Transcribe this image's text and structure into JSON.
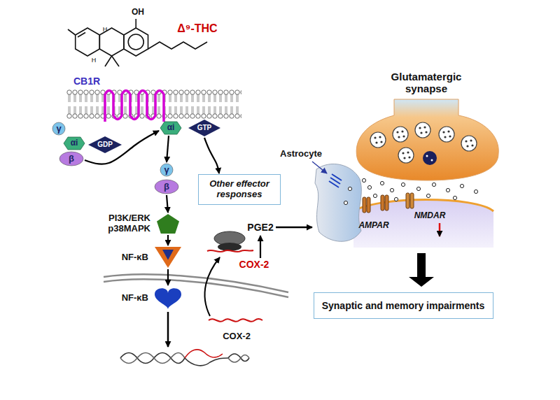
{
  "diagram": {
    "nodes": [
      {
        "text": [
          "γ"
        ]
      },
      {
        "text": [
          "αi"
        ]
      },
      {
        "text": [
          "β"
        ]
      },
      {
        "text": [
          "GDP"
        ]
      },
      {
        "text": [
          "αi"
        ]
      },
      {
        "text": [
          "GTP"
        ]
      },
      {
        "text": [
          "γ"
        ]
      },
      {
        "text": [
          "β"
        ]
      },
      {
        "text": [
          "Other effector responses"
        ]
      },
      {
        "text": [
          "PI3K/ERK p38MAPK"
        ]
      },
      {
        "text": [
          "NF-κB"
        ]
      },
      {
        "text": [
          "NF-κB"
        ]
      },
      {
        "text": [
          "Synaptic and memory impairments"
        ]
      }
    ],
    "edges": [
      {
        "from": 2,
        "to": 4,
        "arrow": "to"
      },
      {
        "from": 4,
        "to": 6,
        "arrow": "to"
      },
      {
        "from": 5,
        "to": 8,
        "arrow": "to"
      },
      {
        "from": 7,
        "to": 9,
        "arrow": "to"
      },
      {
        "from": 9,
        "to": 10,
        "arrow": "to"
      },
      {
        "from": 10,
        "to": 11,
        "arrow": "to"
      }
    ],
    "labels": [
      "Δ⁹-THC",
      "OH",
      "H",
      "H",
      "CB1R",
      "COX-2",
      "PGE2",
      "COX-2",
      "Glutamatergic synapse",
      "Astrocyte",
      "AMPAR",
      "NMDAR"
    ]
  }
}
